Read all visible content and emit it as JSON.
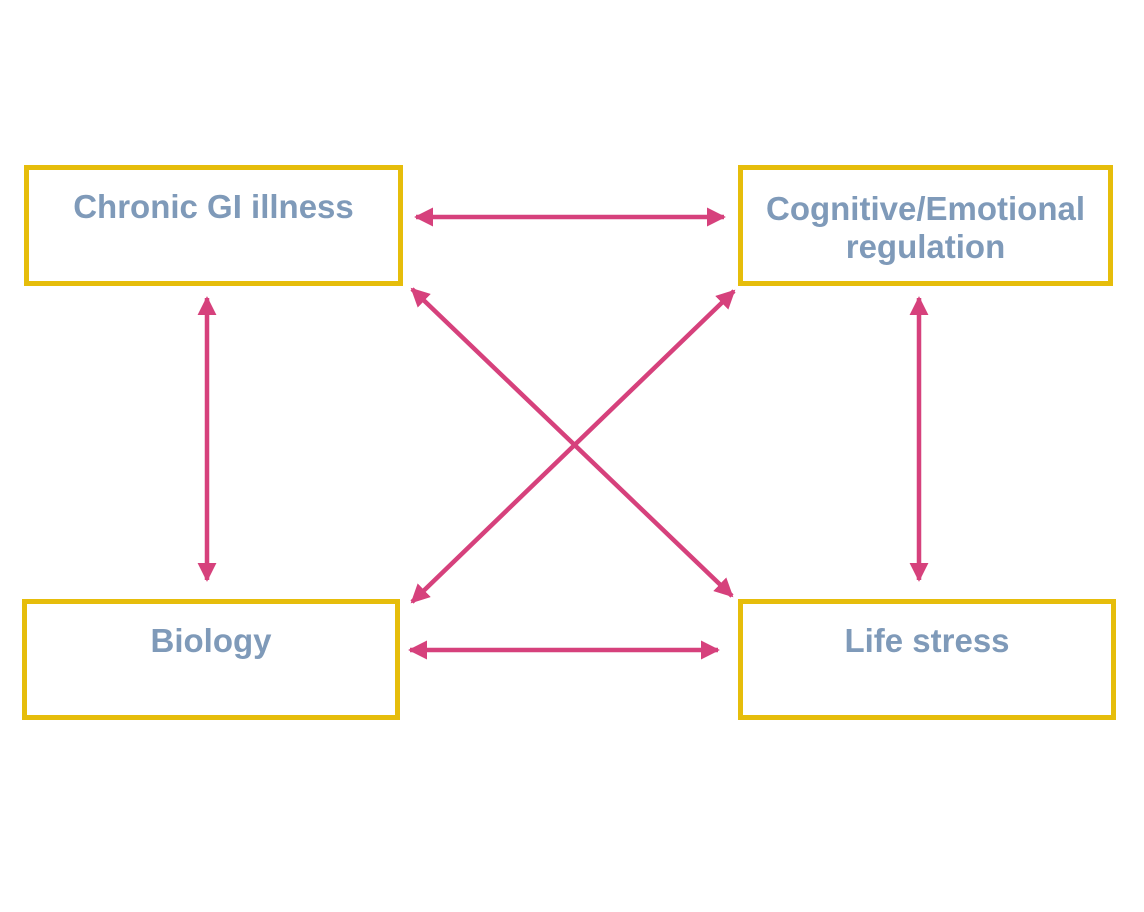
{
  "diagram": {
    "nodes": {
      "illness": {
        "label": "Chronic GI illness"
      },
      "cognitive": {
        "label": "Cognitive/Emotional regulation"
      },
      "biology": {
        "label": "Biology"
      },
      "stress": {
        "label": "Life stress"
      }
    },
    "edges": [
      {
        "from": "illness",
        "to": "cognitive",
        "direction": "both"
      },
      {
        "from": "illness",
        "to": "biology",
        "direction": "both"
      },
      {
        "from": "illness",
        "to": "stress",
        "direction": "both"
      },
      {
        "from": "cognitive",
        "to": "biology",
        "direction": "both"
      },
      {
        "from": "cognitive",
        "to": "stress",
        "direction": "both"
      },
      {
        "from": "biology",
        "to": "stress",
        "direction": "both"
      }
    ],
    "colors": {
      "box_border": "#e6bd0b",
      "label_text": "#7f9ab9",
      "arrow": "#d6417c"
    }
  }
}
